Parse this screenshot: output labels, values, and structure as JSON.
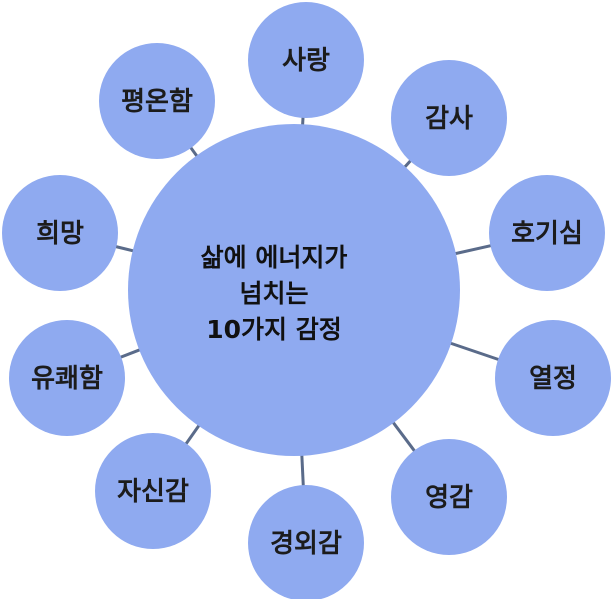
{
  "center": {
    "lines": [
      "삶에 에너지가",
      "넘치는",
      "10가지 감정"
    ]
  },
  "emotions": [
    "사랑",
    "감사",
    "호기심",
    "열정",
    "영감",
    "경외감",
    "자신감",
    "유쾌함",
    "희망",
    "평온함"
  ],
  "colors": {
    "node_fill": "#8faaf0",
    "connector": "#5a6b8a",
    "text": "#1c1c1c"
  }
}
